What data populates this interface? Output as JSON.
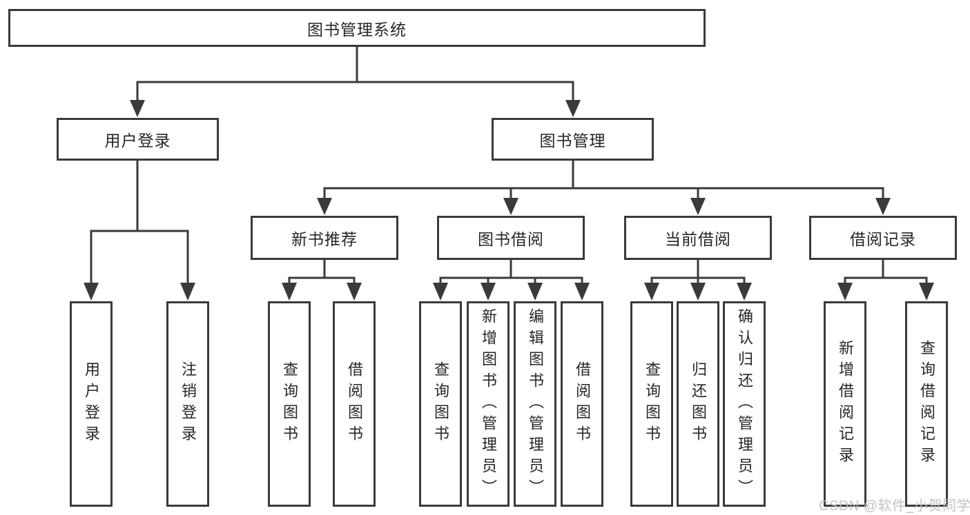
{
  "colors": {
    "line": "#3a3a3a",
    "box_border": "#3a3a3a",
    "text": "#262626",
    "watermark": "#bbc0c6",
    "background": "#ffffff"
  },
  "watermark": {
    "text": "CSDN @软件_小贺同学"
  },
  "tree": {
    "root": {
      "label": "图书管理系统"
    },
    "branches": [
      {
        "label": "用户登录",
        "leaves": [
          {
            "label": "用户登录"
          },
          {
            "label": "注销登录"
          }
        ]
      },
      {
        "label": "图书管理",
        "groups": [
          {
            "label": "新书推荐",
            "leaves": [
              {
                "label": "查询图书"
              },
              {
                "label": "借阅图书"
              }
            ]
          },
          {
            "label": "图书借阅",
            "leaves": [
              {
                "label": "查询图书"
              },
              {
                "label": "新增图书（管理员）"
              },
              {
                "label": "编辑图书（管理员）"
              },
              {
                "label": "借阅图书"
              }
            ]
          },
          {
            "label": "当前借阅",
            "leaves": [
              {
                "label": "查询图书"
              },
              {
                "label": "归还图书"
              },
              {
                "label": "确认归还（管理员）"
              }
            ]
          },
          {
            "label": "借阅记录",
            "leaves": [
              {
                "label": "新增借阅记录"
              },
              {
                "label": "查询借阅记录"
              }
            ]
          }
        ]
      }
    ]
  }
}
